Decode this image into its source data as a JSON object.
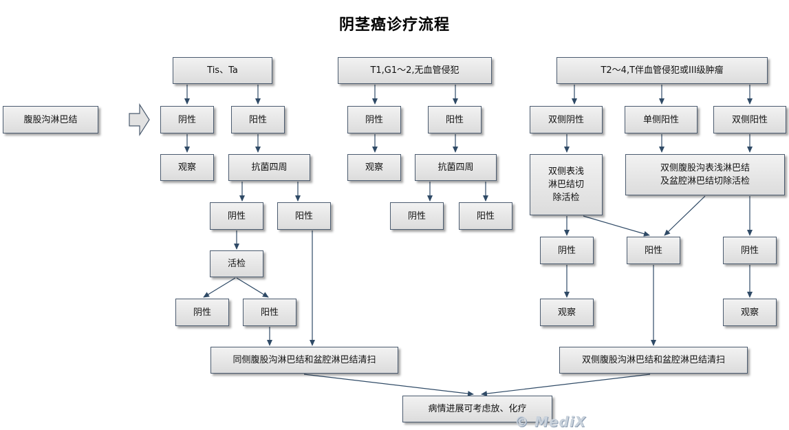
{
  "title": "阴茎癌诊疗流程",
  "watermark": "© MediX",
  "colors": {
    "line": "#2f4a66",
    "node_border": "#4a5a6e",
    "node_fill_top": "#f2f2f2",
    "node_fill_bottom": "#dcdcdc"
  },
  "nodes": {
    "inguinal": "腹股沟淋巴结",
    "tis_ta": "Tis、Ta",
    "t1": "T1,G1～2,无血管侵犯",
    "t2": "T2～4,T伴血管侵犯或III级肿瘤",
    "a_neg": "阴性",
    "a_pos": "阳性",
    "a_observe": "观察",
    "a_antibiotic": "抗菌四周",
    "a_neg2": "阴性",
    "a_pos2": "阳性",
    "a_biopsy": "活检",
    "a_neg3": "阴性",
    "a_pos3": "阳性",
    "a_dissection": "同侧腹股沟淋巴结和盆腔淋巴结清扫",
    "b_neg": "阴性",
    "b_pos": "阳性",
    "b_observe": "观察",
    "b_antibiotic": "抗菌四周",
    "b_neg2": "阴性",
    "b_pos2": "阳性",
    "c_bineg": "双侧阴性",
    "c_unipos": "单侧阳性",
    "c_bipos": "双侧阳性",
    "c_bi_biopsy": "双侧表浅\n淋巴结切\n除活检",
    "c_uni_biopsy": "双侧腹股沟表浅淋巴结\n及盆腔淋巴结切除活检",
    "c_neg": "阴性",
    "c_pos": "阳性",
    "c_neg_r": "阴性",
    "c_observe": "观察",
    "c_observe_r": "观察",
    "c_dissection": "双侧腹股沟淋巴结和盆腔淋巴结清扫",
    "final": "病情进展可考虑放、化疗"
  }
}
